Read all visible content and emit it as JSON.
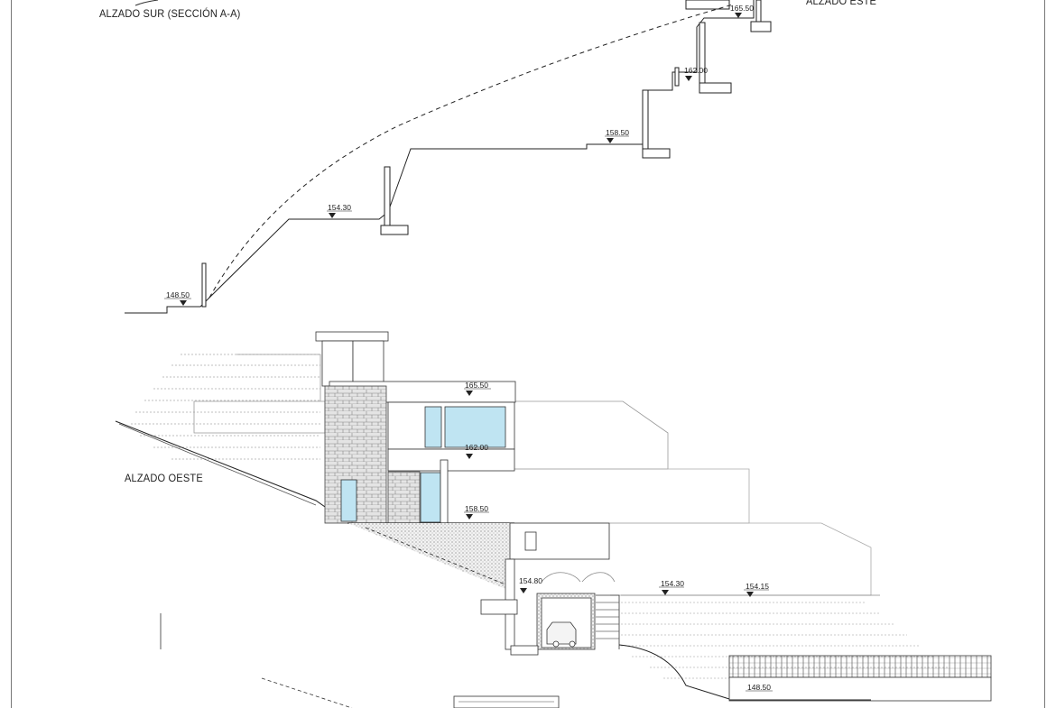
{
  "captions": {
    "south": "ALZADO SUR (SECCIÓN A-A)",
    "east": "ALZADO ESTE",
    "west": "ALZADO OESTE"
  },
  "section_levels": [
    "165.50",
    "162.00",
    "158.50",
    "154.30",
    "148.50"
  ],
  "west_levels": [
    "165.50",
    "162.00",
    "158.50",
    "154.80",
    "154.30",
    "154.15",
    "148.50"
  ],
  "colors": {
    "ink": "#222222",
    "glass": "#bfe4f2",
    "stone": "#d9d9d9"
  }
}
